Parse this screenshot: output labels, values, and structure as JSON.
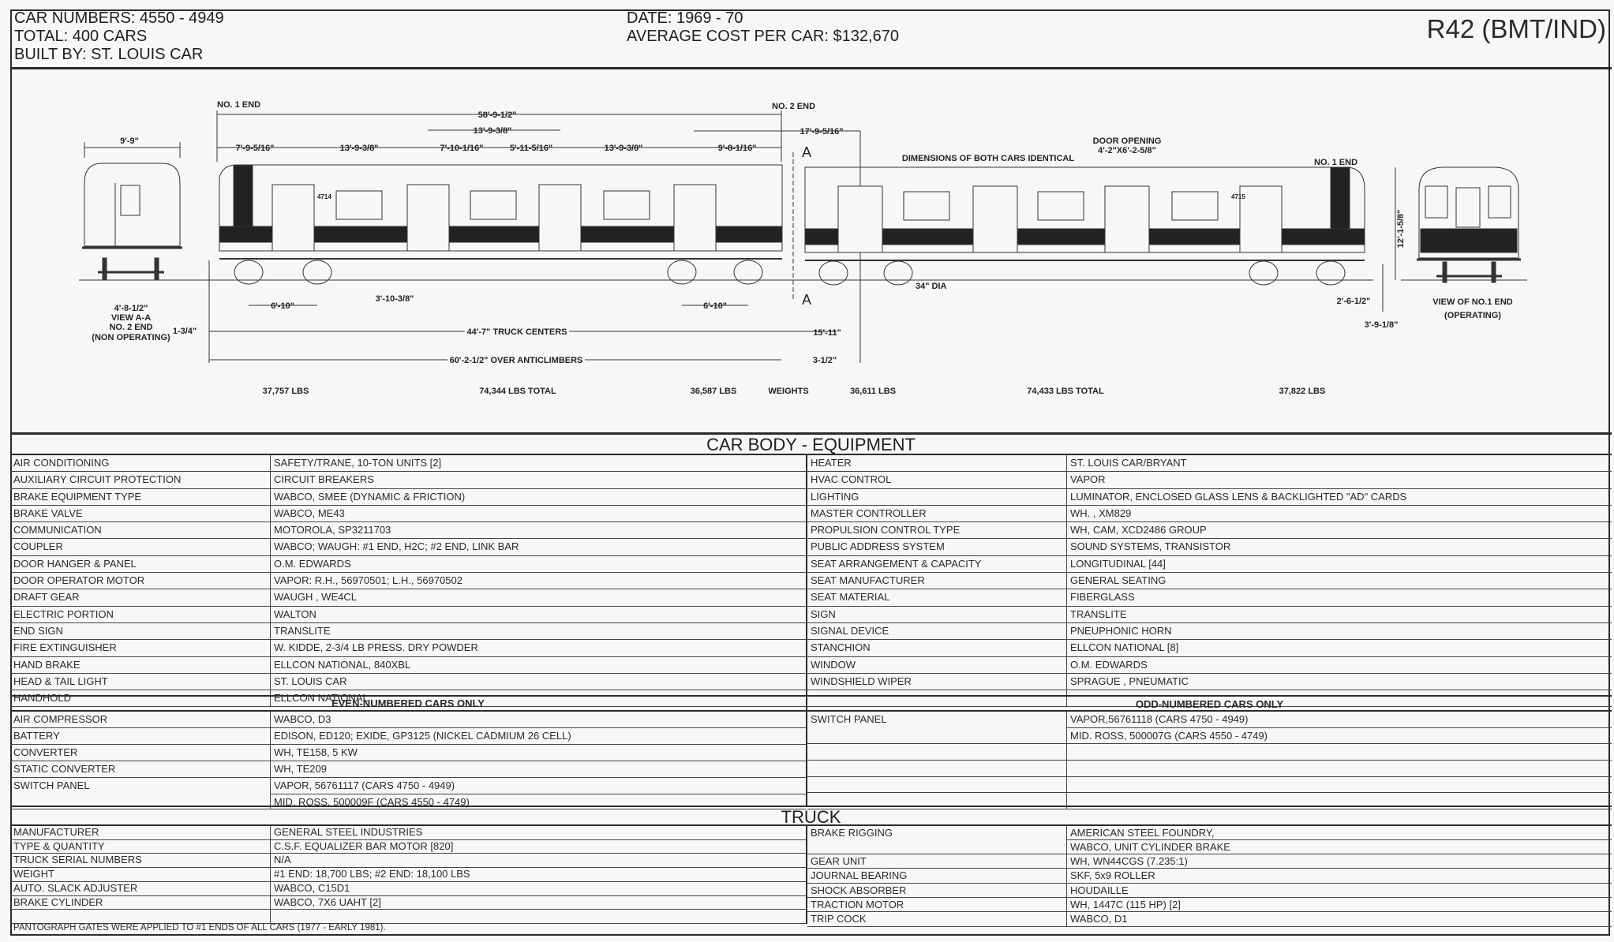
{
  "header": {
    "car_numbers": "CAR NUMBERS:  4550 - 4949",
    "total": "TOTAL:  400 CARS",
    "built_by": "BUILT BY:  ST. LOUIS CAR",
    "date": "DATE:  1969 - 70",
    "average_cost": "AVERAGE COST PER CAR:  $132,670",
    "title": "R42 (BMT/IND)"
  },
  "drawing": {
    "no1_end_left": "NO. 1 END",
    "no2_end": "NO. 2 END",
    "no1_end_right": "NO. 1 END",
    "overall_length": "58'-9-1/2\"",
    "upper_13": "13'-9-3/8\"",
    "dim_17": "17'-9-5/16\"",
    "dim_7_9": "7'-9-5/16\"",
    "dim_13_a": "13'-9-3/8\"",
    "dim_7_10": "7'-10-1/16\"",
    "dim_5_11": "5'-11-5/16\"",
    "dim_13_b": "13'-9-3/8\"",
    "dim_9_8": "9'-8-1/16\"",
    "section_a_top": "A",
    "section_a_bottom": "A",
    "width_9_9": "9'-9\"",
    "gauge": "4'-8-1/2\"",
    "view_aa": "VIEW A-A",
    "view_aa_end": "NO. 2 END",
    "view_aa_note": "(NON OPERATING)",
    "dim_1_3_4": "1-3/4\"",
    "wheelbase_1": "6'-10\"",
    "dim_3_10": "3'-10-3/8\"",
    "wheelbase_2": "6'-10\"",
    "truck_centers": "44'-7\" TRUCK CENTERS",
    "anticlimbers": "60'-2-1/2\" OVER ANTICLIMBERS",
    "dim_15_11": "15'-11\"",
    "dim_3_1_2": "3-1/2\"",
    "door_opening": "DOOR OPENING",
    "door_opening_size": "4'-2\"X6'-2-5/8\"",
    "identical_note": "DIMENSIONS OF BOTH CARS IDENTICAL",
    "wheel_dia": "34\" DIA",
    "height": "12'-1-5/8\"",
    "dim_2_6": "2'-6-1/2\"",
    "dim_3_9": "3'-9-1/8\"",
    "view_no1": "VIEW OF NO.1 END",
    "view_no1_note": "(OPERATING)",
    "car_number_a": "4714",
    "car_number_b": "4715",
    "weights": {
      "label": "WEIGHTS",
      "w1": "37,757 LBS",
      "w1_total": "74,344 LBS TOTAL",
      "w2": "36,587 LBS",
      "w3": "36,611 LBS",
      "w3_total": "74,433 LBS TOTAL",
      "w4": "37,822 LBS"
    }
  },
  "car_body": {
    "title": "CAR BODY -  EQUIPMENT",
    "left": [
      {
        "label": "AIR CONDITIONING",
        "values": [
          "SAFETY/TRANE, 10-TON UNITS [2]"
        ]
      },
      {
        "label": "AUXILIARY CIRCUIT PROTECTION",
        "values": [
          "CIRCUIT BREAKERS"
        ]
      },
      {
        "label": "BRAKE  EQUIPMENT TYPE",
        "values": [
          "WABCO, SMEE (DYNAMIC & FRICTION)"
        ]
      },
      {
        "label": "BRAKE  VALVE",
        "values": [
          "WABCO, ME43"
        ]
      },
      {
        "label": "COMMUNICATION",
        "values": [
          "MOTOROLA, SP3211703"
        ]
      },
      {
        "label": "COUPLER",
        "values": [
          "WABCO; WAUGH:  #1 END,  H2C; #2 END,  LINK BAR"
        ]
      },
      {
        "label": "DOOR HANGER & PANEL",
        "values": [
          "O.M. EDWARDS"
        ]
      },
      {
        "label": "DOOR OPERATOR MOTOR",
        "values": [
          "VAPOR:  R.H., 56970501; L.H., 56970502"
        ]
      },
      {
        "label": "DRAFT GEAR",
        "values": [
          "WAUGH , WE4CL"
        ]
      },
      {
        "label": "ELECTRIC PORTION",
        "values": [
          "WALTON"
        ]
      },
      {
        "label": "END SIGN",
        "values": [
          "TRANSLITE"
        ]
      },
      {
        "label": "FIRE EXTINGUISHER",
        "values": [
          "W. KIDDE, 2-3/4 LB PRESS. DRY POWDER"
        ]
      },
      {
        "label": "HAND BRAKE",
        "values": [
          "ELLCON NATIONAL, 840XBL"
        ]
      },
      {
        "label": "HEAD & TAIL LIGHT",
        "values": [
          "ST. LOUIS CAR"
        ]
      },
      {
        "label": "HANDHOLD",
        "values": [
          "ELLCON NATIONAL"
        ]
      }
    ],
    "right": [
      {
        "label": "HEATER",
        "values": [
          "ST. LOUIS CAR/BRYANT"
        ]
      },
      {
        "label": "HVAC CONTROL",
        "values": [
          "VAPOR"
        ]
      },
      {
        "label": "LIGHTING",
        "values": [
          "LUMINATOR, ENCLOSED GLASS LENS & BACKLIGHTED \"AD\" CARDS"
        ]
      },
      {
        "label": "MASTER CONTROLLER",
        "values": [
          "WH. , XM829"
        ]
      },
      {
        "label": "PROPULSION CONTROL TYPE",
        "values": [
          "WH, CAM, XCD2486 GROUP"
        ]
      },
      {
        "label": "PUBLIC ADDRESS SYSTEM",
        "values": [
          "SOUND SYSTEMS, TRANSISTOR"
        ]
      },
      {
        "label": "SEAT ARRANGEMENT & CAPACITY",
        "values": [
          "LONGITUDINAL [44]"
        ]
      },
      {
        "label": "SEAT MANUFACTURER",
        "values": [
          "GENERAL SEATING"
        ]
      },
      {
        "label": "SEAT MATERIAL",
        "values": [
          "FIBERGLASS"
        ]
      },
      {
        "label": "SIGN",
        "values": [
          "TRANSLITE"
        ]
      },
      {
        "label": "SIGNAL DEVICE",
        "values": [
          "PNEUPHONIC HORN"
        ]
      },
      {
        "label": "STANCHION",
        "values": [
          "ELLCON NATIONAL [8]"
        ]
      },
      {
        "label": "WINDOW",
        "values": [
          "O.M. EDWARDS"
        ]
      },
      {
        "label": "WINDSHIELD WIPER",
        "values": [
          "SPRAGUE , PNEUMATIC"
        ]
      },
      {
        "label": "",
        "values": [
          ""
        ]
      }
    ]
  },
  "even_cars": {
    "title": "EVEN-NUMBERED CARS ONLY",
    "rows": [
      {
        "label": "AIR COMPRESSOR",
        "values": [
          "WABCO, D3"
        ]
      },
      {
        "label": "BATTERY",
        "values": [
          "EDISON, ED120; EXIDE, GP3125 (NICKEL CADMIUM 26 CELL)"
        ]
      },
      {
        "label": "CONVERTER",
        "values": [
          "WH, TE158, 5 KW"
        ]
      },
      {
        "label": "STATIC CONVERTER",
        "values": [
          "WH, TE209"
        ]
      },
      {
        "label": "SWITCH PANEL",
        "values": [
          "VAPOR, 56761117 (CARS 4750 - 4949)",
          "MID. ROSS, 500009F (CARS 4550 - 4749)"
        ]
      }
    ]
  },
  "odd_cars": {
    "title": "ODD-NUMBERED CARS ONLY",
    "rows": [
      {
        "label": "SWITCH PANEL",
        "values": [
          "VAPOR,56761118 (CARS 4750 - 4949)",
          "MID. ROSS, 500007G (CARS 4550 - 4749)"
        ]
      },
      {
        "label": "",
        "values": [
          ""
        ]
      },
      {
        "label": "",
        "values": [
          ""
        ]
      },
      {
        "label": "",
        "values": [
          ""
        ]
      },
      {
        "label": "",
        "values": [
          ""
        ]
      }
    ]
  },
  "truck": {
    "title": "TRUCK",
    "left": [
      {
        "label": "MANUFACTURER",
        "values": [
          "GENERAL STEEL INDUSTRIES"
        ]
      },
      {
        "label": "TYPE & QUANTITY",
        "values": [
          "C.S.F. EQUALIZER BAR MOTOR [820]"
        ]
      },
      {
        "label": "TRUCK SERIAL NUMBERS",
        "values": [
          "N/A"
        ]
      },
      {
        "label": "WEIGHT",
        "values": [
          "#1 END:  18,700 LBS; #2 END:  18,100 LBS"
        ]
      },
      {
        "label": "AUTO. SLACK ADJUSTER",
        "values": [
          "WABCO, C15D1"
        ]
      },
      {
        "label": "BRAKE CYLINDER",
        "values": [
          "WABCO, 7X6 UAHT [2]"
        ]
      },
      {
        "label": "",
        "values": [
          ""
        ]
      }
    ],
    "right": [
      {
        "label": "BRAKE RIGGING",
        "values": [
          "AMERICAN STEEL FOUNDRY,",
          "WABCO, UNIT CYLINDER BRAKE"
        ]
      },
      {
        "label": "GEAR UNIT",
        "values": [
          "WH, WN44CGS (7.235:1)"
        ]
      },
      {
        "label": "JOURNAL BEARING",
        "values": [
          "SKF, 5x9 ROLLER"
        ]
      },
      {
        "label": "SHOCK ABSORBER",
        "values": [
          "HOUDAILLE"
        ]
      },
      {
        "label": "TRACTION MOTOR",
        "values": [
          "WH, 1447C (115 HP) [2]"
        ]
      },
      {
        "label": "TRIP COCK",
        "values": [
          "WABCO, D1"
        ]
      }
    ],
    "note": "PANTOGRAPH GATES WERE APPLIED TO #1 ENDS OF ALL CARS (1977 - EARLY 1981)."
  }
}
